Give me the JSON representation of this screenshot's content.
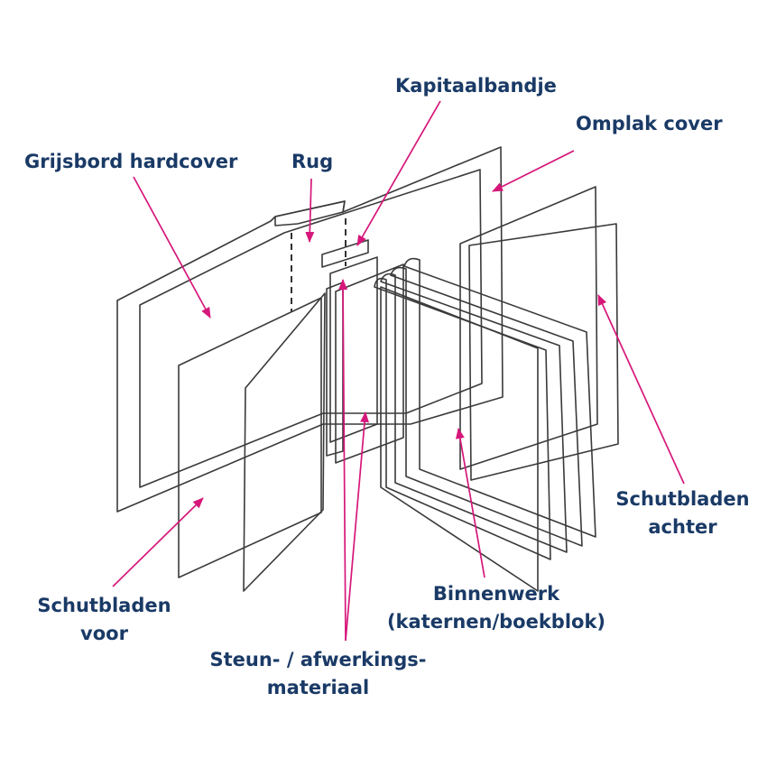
{
  "colors": {
    "cover": "#1e3d66",
    "greyboard": "#d4d6dd",
    "endpaper": "#fbf8e2",
    "spine_lining": "#8fbde3",
    "spine_lining_pink": "#efcccd",
    "headband": "#e02a2a",
    "signature_edge": "#e2cbbe",
    "label_text": "#1a3a66",
    "leader": "#d6177a"
  },
  "labels": {
    "kapitaalbandje": "Kapitaalbandje",
    "omplak_cover": "Omplak cover",
    "grijsbord_hardcover": "Grijsbord hardcover",
    "rug": "Rug",
    "schutbladen_achter_1": "Schutbladen",
    "schutbladen_achter_2": "achter",
    "schutbladen_voor_1": "Schutbladen",
    "schutbladen_voor_2": "voor",
    "binnenwerk_1": "Binnenwerk",
    "binnenwerk_2": "(katernen/boekblok)",
    "steun_1": "Steun- / afwerkings-",
    "steun_2": "materiaal"
  }
}
